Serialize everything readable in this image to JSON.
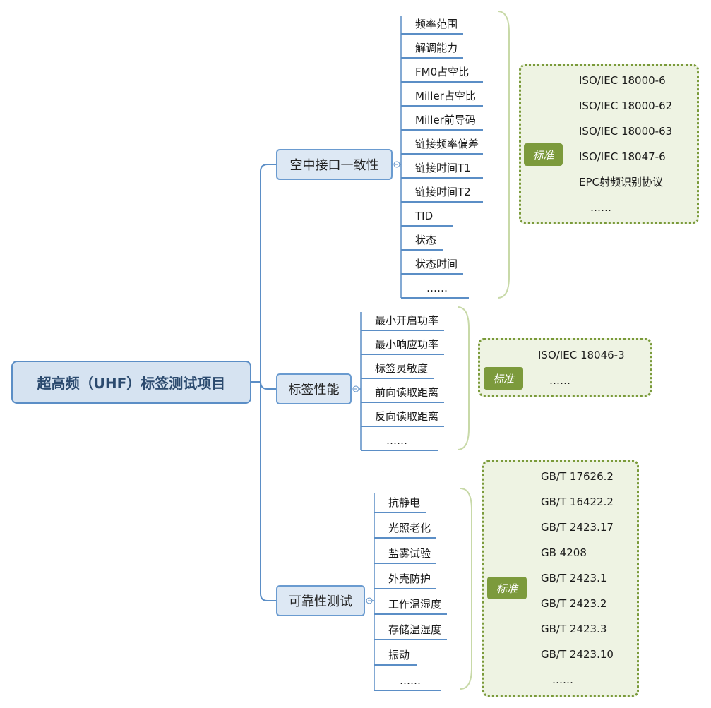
{
  "root": {
    "label": "超高频（UHF）标签测试项目"
  },
  "branches": [
    {
      "label": "空中接口一致性",
      "items": [
        "频率范围",
        "解调能力",
        "FM0占空比",
        "Miller占空比",
        "Miller前导码",
        "链接频率偏差",
        "链接时间T1",
        "链接时间T2",
        "TID",
        "状态",
        "状态时间",
        "……"
      ],
      "standards": {
        "tag": "标准",
        "items": [
          "ISO/IEC 18000-6",
          "ISO/IEC 18000-62",
          "ISO/IEC 18000-63",
          "ISO/IEC 18047-6",
          "EPC射频识别协议",
          "……"
        ]
      }
    },
    {
      "label": "标签性能",
      "items": [
        "最小开启功率",
        "最小响应功率",
        "标签灵敏度",
        "前向读取距离",
        "反向读取距离",
        "……"
      ],
      "standards": {
        "tag": "标准",
        "items": [
          "ISO/IEC 18046-3",
          "……"
        ]
      }
    },
    {
      "label": "可靠性测试",
      "items": [
        "抗静电",
        "光照老化",
        "盐雾试验",
        "外壳防护",
        "工作温湿度",
        "存储温湿度",
        "振动",
        "……"
      ],
      "standards": {
        "tag": "标准",
        "items": [
          "GB/T 17626.2",
          "GB/T 16422.2",
          "GB/T 2423.17",
          "GB 4208",
          "GB/T 2423.1",
          "GB/T 2423.2",
          "GB/T 2423.3",
          "GB/T 2423.10",
          "……"
        ]
      }
    }
  ],
  "colors": {
    "connector": "#5b8ec6",
    "root_fill": "#d6e3f1",
    "branch_fill": "#dde8f4",
    "brace": "#c8d9a8",
    "panel_border": "#7a9a3a",
    "panel_fill": "#eef3e3",
    "tag_fill": "#7c9a3c"
  }
}
